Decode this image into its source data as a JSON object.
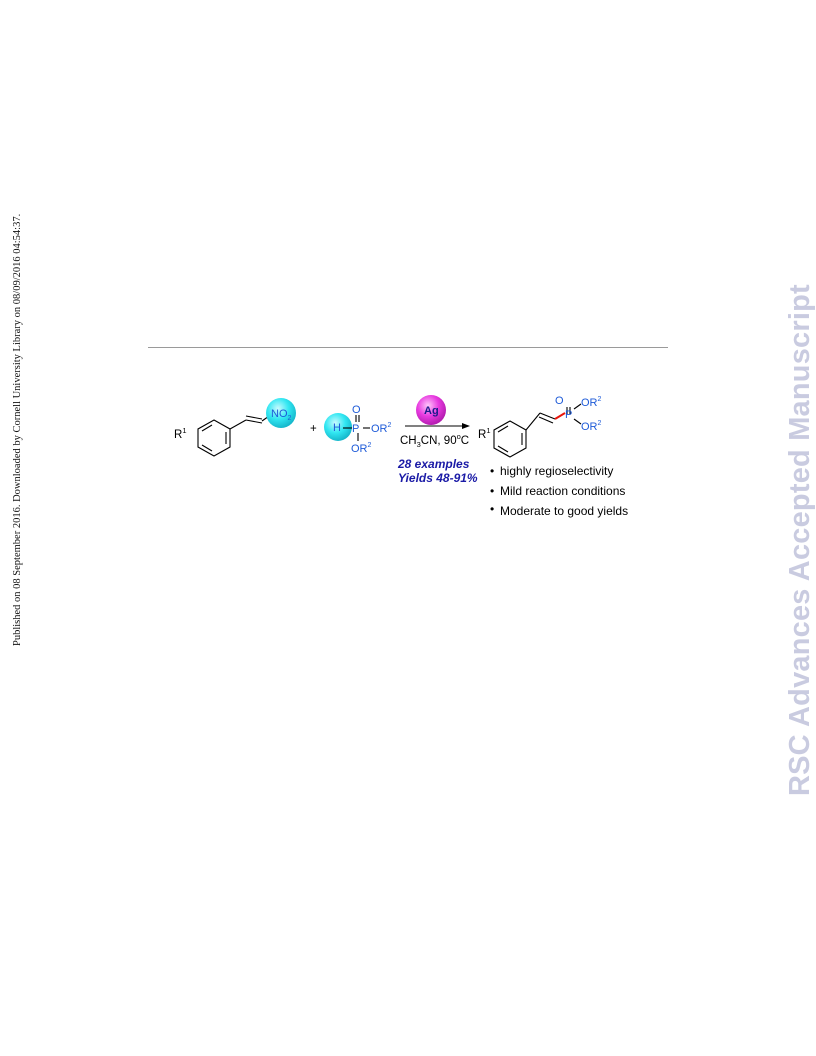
{
  "side_stamp": "Published on 08 September 2016. Downloaded by Cornell University Library on 08/09/2016 04:54:37.",
  "watermark": "RSC Advances Accepted Manuscript",
  "scheme": {
    "r1": "R",
    "r1_sup": "1",
    "no2": "NO",
    "no2_sub": "2",
    "plus": "+",
    "h": "H",
    "p": "P",
    "o": "O",
    "or": "OR",
    "r2_sup": "2",
    "catalyst": "Ag",
    "conditions": "CH",
    "conditions_sub": "3",
    "conditions_rest": "CN, 90",
    "degree": "o",
    "celsius": "C",
    "examples": "28 examples",
    "yields": "Yields 48-91%",
    "bullet": "•",
    "highlights": [
      "highly regioselectivity",
      "Mild reaction conditions",
      "Moderate to good yields"
    ]
  },
  "colors": {
    "cyan_circle": "#31e7f2",
    "magenta_circle": "#e83ae0",
    "red_bond": "#e8160c",
    "blue_text": "#1e5bd8",
    "dark_blue_text": "#1a1aa6",
    "watermark": "#c9cbe0"
  }
}
